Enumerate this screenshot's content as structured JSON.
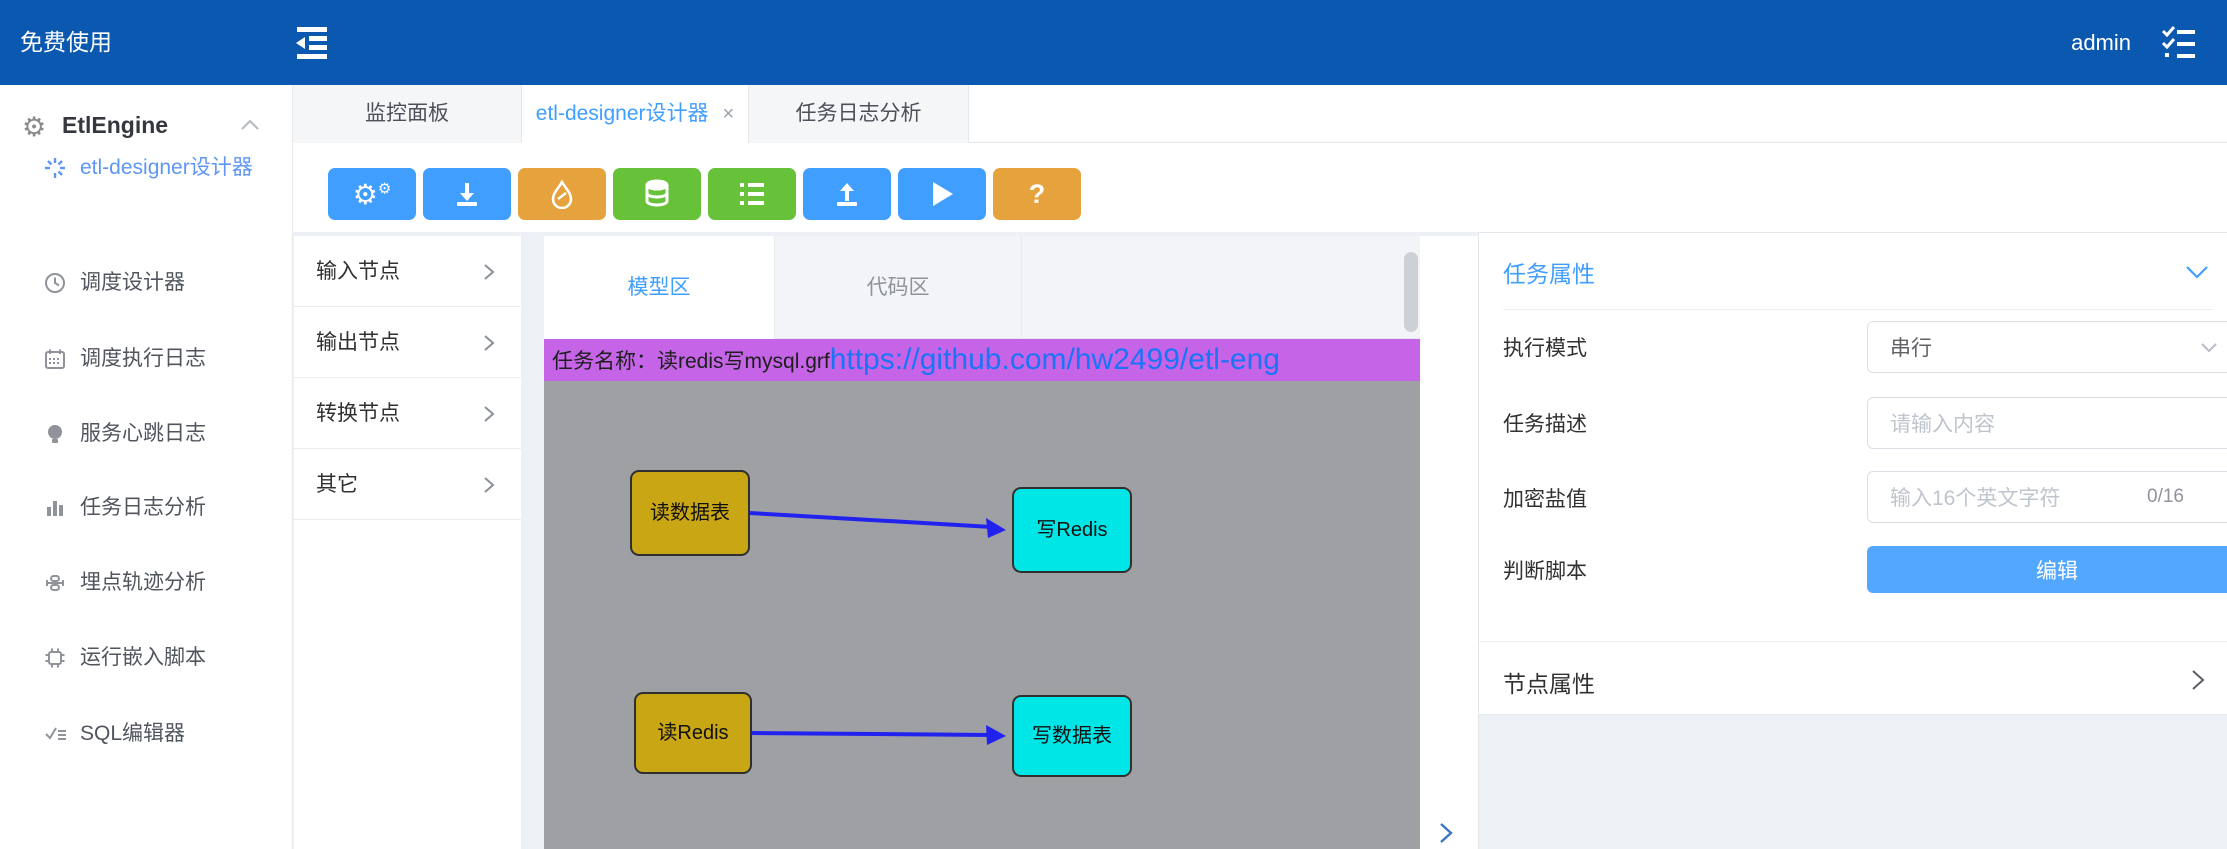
{
  "topbar": {
    "brand": "免费使用",
    "user": "admin"
  },
  "sidebar": {
    "title": "EtlEngine",
    "items": [
      {
        "label": "etl-designer设计器",
        "icon": "spinner-icon",
        "active": true
      },
      {
        "label": "调度设计器",
        "icon": "clock-icon",
        "active": false
      },
      {
        "label": "调度执行日志",
        "icon": "calendar-icon",
        "active": false
      },
      {
        "label": "服务心跳日志",
        "icon": "bulb-icon",
        "active": false
      },
      {
        "label": "任务日志分析",
        "icon": "bar-chart-icon",
        "active": false
      },
      {
        "label": "埋点轨迹分析",
        "icon": "trace-icon",
        "active": false
      },
      {
        "label": "运行嵌入脚本",
        "icon": "cpu-icon",
        "active": false
      },
      {
        "label": "SQL编辑器",
        "icon": "sql-check-icon",
        "active": false
      }
    ]
  },
  "main_tabs": [
    {
      "label": "监控面板",
      "active": false
    },
    {
      "label": "etl-designer设计器",
      "active": true,
      "close": "×"
    },
    {
      "label": "任务日志分析",
      "active": false
    }
  ],
  "toolbar": {
    "buttons": [
      {
        "name": "settings",
        "icon": "gears-icon",
        "color": "blue"
      },
      {
        "name": "download",
        "icon": "download-icon",
        "color": "blue"
      },
      {
        "name": "clean",
        "icon": "droplet-icon",
        "color": "orange"
      },
      {
        "name": "database",
        "icon": "database-icon",
        "color": "green"
      },
      {
        "name": "node-list",
        "icon": "ordered-list-icon",
        "color": "green"
      },
      {
        "name": "upload",
        "icon": "upload-icon",
        "color": "blue"
      },
      {
        "name": "run",
        "icon": "play-icon",
        "color": "blue"
      },
      {
        "name": "help",
        "icon": "question-icon",
        "color": "orange",
        "glyph": "?"
      }
    ]
  },
  "node_panel": {
    "groups": [
      {
        "label": "输入节点"
      },
      {
        "label": "输出节点"
      },
      {
        "label": "转换节点"
      },
      {
        "label": "其它"
      }
    ]
  },
  "canvas": {
    "tabs": [
      {
        "label": "模型区",
        "active": true
      },
      {
        "label": "代码区",
        "active": false
      }
    ],
    "task_name_label": "任务名称：",
    "task_name": "读redis写mysql.grf",
    "link": "https://github.com/hw2499/etl-eng",
    "nodes": [
      {
        "label": "读数据表",
        "type": "reader"
      },
      {
        "label": "写Redis",
        "type": "writer"
      },
      {
        "label": "读Redis",
        "type": "reader"
      },
      {
        "label": "写数据表",
        "type": "writer"
      }
    ]
  },
  "properties": {
    "task_section_title": "任务属性",
    "exec_mode_label": "执行模式",
    "exec_mode_value": "串行",
    "desc_label": "任务描述",
    "desc_placeholder": "请输入内容",
    "salt_label": "加密盐值",
    "salt_placeholder": "输入16个英文字符",
    "salt_counter": "0/16",
    "script_label": "判断脚本",
    "edit_button_label": "编辑",
    "node_section_title": "节点属性"
  },
  "colors": {
    "topbar_bg": "#0b58b0",
    "accent_blue": "#409eff",
    "button_orange": "#e6a23c",
    "button_green": "#67c23a",
    "task_bar_purple": "#c664e8",
    "canvas_gray": "#9ea0a3",
    "node_yellow": "#c9a613",
    "node_cyan": "#00e5e6",
    "arrow_blue": "#2222ee"
  }
}
